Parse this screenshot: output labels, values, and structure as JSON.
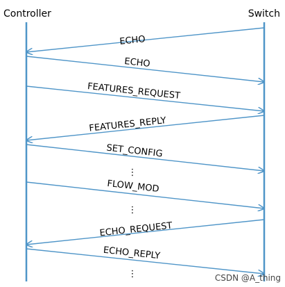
{
  "actors": {
    "left": "Controller",
    "right": "Switch"
  },
  "colors": {
    "lifeline": "#4F95C8",
    "arrow": "#4F95C8",
    "text": "#000000",
    "background": "#ffffff"
  },
  "messages": [
    {
      "label": "ECHO",
      "direction": "switch-to-controller"
    },
    {
      "label": "ECHO",
      "direction": "controller-to-switch"
    },
    {
      "label": "FEATURES_REQUEST",
      "direction": "controller-to-switch"
    },
    {
      "label": "FEATURES_REPLY",
      "direction": "switch-to-controller"
    },
    {
      "label": "SET_CONFIG",
      "direction": "controller-to-switch"
    },
    {
      "label": "FLOW_MOD",
      "direction": "controller-to-switch"
    },
    {
      "label": "ECHO_REQUEST",
      "direction": "switch-to-controller"
    },
    {
      "label": "ECHO_REPLY",
      "direction": "controller-to-switch"
    }
  ],
  "ellipsis": "⋮",
  "watermark": "CSDN @A_thing"
}
